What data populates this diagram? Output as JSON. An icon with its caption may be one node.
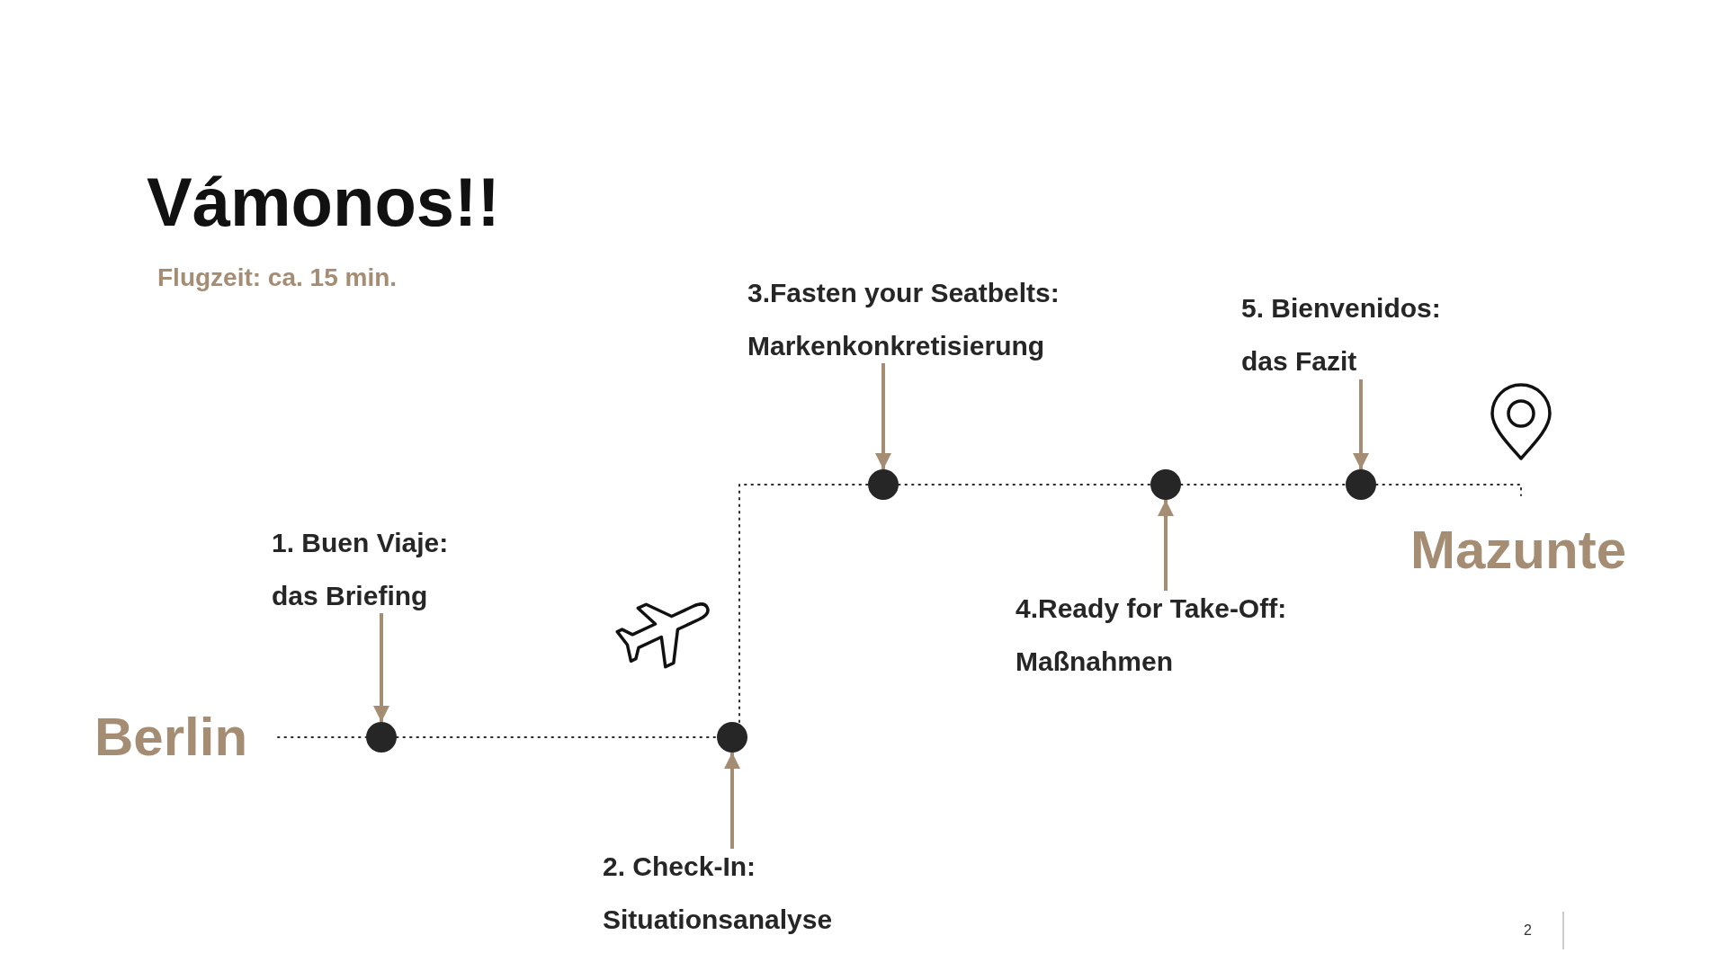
{
  "diagram": {
    "title": "Vámonos!!",
    "nodes": [
      {
        "text": [
          "1. Buen Viaje:",
          "das Briefing"
        ]
      },
      {
        "text": [
          "2. Check-In:",
          "Situationsanalyse"
        ]
      },
      {
        "text": [
          "3.Fasten your Seatbelts:",
          "Markenkonkretisierung"
        ]
      },
      {
        "text": [
          "4.Ready for Take-Off:",
          "Maßnahmen"
        ]
      },
      {
        "text": [
          "5. Bienvenidos:",
          "das Fazit"
        ]
      },
      {
        "text": [],
        "shape": "circle"
      },
      {
        "text": [],
        "shape": "circle"
      },
      {
        "text": [],
        "shape": "circle"
      },
      {
        "text": [],
        "shape": "circle"
      },
      {
        "text": [],
        "shape": "circle"
      }
    ],
    "edges": [
      {
        "from": null,
        "to": 5,
        "arrow": "none",
        "style": "dashed"
      },
      {
        "from": 5,
        "to": 6,
        "arrow": "none",
        "style": "dashed"
      },
      {
        "from": 6,
        "to": 7,
        "arrow": "none",
        "style": "dashed"
      },
      {
        "from": 7,
        "to": 8,
        "arrow": "none",
        "style": "dashed"
      },
      {
        "from": 8,
        "to": 9,
        "arrow": "none",
        "style": "dashed"
      },
      {
        "from": 9,
        "to": null,
        "arrow": "none",
        "style": "dashed"
      },
      {
        "from": 0,
        "to": 5,
        "arrow": "to",
        "color": "#a58d74"
      },
      {
        "from": 1,
        "to": 6,
        "arrow": "to",
        "color": "#a58d74"
      },
      {
        "from": 2,
        "to": 7,
        "arrow": "to",
        "color": "#a58d74"
      },
      {
        "from": 3,
        "to": 8,
        "arrow": "to",
        "color": "#a58d74"
      },
      {
        "from": 4,
        "to": 9,
        "arrow": "to",
        "color": "#a58d74"
      }
    ],
    "labels": [
      "Flugzeit: ca. 15 min.",
      "Mazunte",
      "Berlin",
      "2"
    ]
  }
}
